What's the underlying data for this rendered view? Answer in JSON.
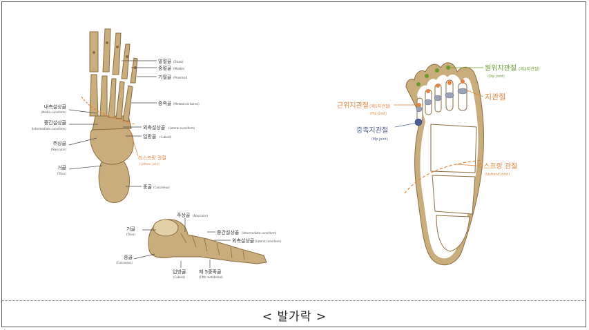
{
  "caption": "< 발가락 >",
  "colors": {
    "bone": "#c9ad7c",
    "bone_dark": "#8a6d3e",
    "orange": "#e8823a",
    "green": "#6a9a2a",
    "blue": "#4d5f9b",
    "joint_gray": "#9aa3b6"
  },
  "top_view": {
    "distal": {
      "ko": "말절골",
      "en": "(Distal)"
    },
    "middle": {
      "ko": "중절골",
      "en": "(Middle)"
    },
    "proximal": {
      "ko": "기절골",
      "en": "(Proximal)"
    },
    "metatarsal": {
      "ko": "중족골",
      "en": "(Metatarsal bones)"
    },
    "lateral_cuneiform": {
      "ko": "외측설상골",
      "en": "(Lateral cuneiform)"
    },
    "cuboid": {
      "ko": "입방골",
      "en": "(Cuboid)"
    },
    "lisfranc": {
      "ko": "리스프랑 관절",
      "en": "(Lisfranc joint)"
    },
    "calcaneus": {
      "ko": "종골",
      "en": "(Calcaneus)"
    },
    "medial_cuneiform": {
      "ko": "내측설상골",
      "en": "(Media cuneiform)"
    },
    "intermediate_cuneiform": {
      "ko": "중간설상골",
      "en": "(Intermediate cuneiform)"
    },
    "navicular": {
      "ko": "주상골",
      "en": "(Navicular)"
    },
    "talus": {
      "ko": "거골",
      "en": "(Talus)"
    }
  },
  "side_view": {
    "navicular": {
      "ko": "주상골",
      "en": "(Navicular)"
    },
    "talus": {
      "ko": "거골",
      "en": "(Talus)"
    },
    "intermediate_cuneiform": {
      "ko": "중간설상골",
      "en": "(Intermediate cuneiform)"
    },
    "lateral_cuneiform": {
      "ko": "외측설상골",
      "en": "(Lateral cuneiform)"
    },
    "calcaneus": {
      "ko": "종골",
      "en": "(Calcaneus)"
    },
    "cuboid": {
      "ko": "입방골",
      "en": "(Cuboid)"
    },
    "fifth_metatarsal": {
      "ko": "제 5중족골",
      "en": "(Fifth metatarsal)"
    }
  },
  "right_view": {
    "dip": {
      "ko": "원위지관절",
      "ko_note": "(제2지관절)",
      "en": "(Dip joint)"
    },
    "toe_joint": {
      "ko": "지관절"
    },
    "pip": {
      "ko": "근위지관절",
      "ko_note": "(제1지관절)",
      "en": "(Pip joint)"
    },
    "mtp": {
      "ko": "중족지관절",
      "en": "(Mp joint)"
    },
    "lisfranc": {
      "ko": "리스프랑 관절",
      "en": "(Lisfranc joint)"
    }
  }
}
